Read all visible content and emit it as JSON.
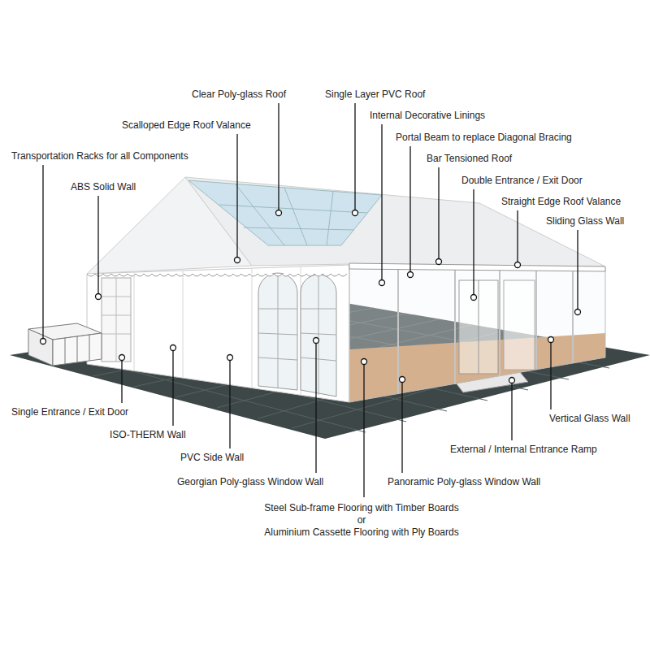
{
  "diagram": {
    "labels": [
      "Clear Poly-glass Roof",
      "Single Layer PVC Roof",
      "Internal Decorative Linings",
      "Scalloped Edge Roof Valance",
      "Portal Beam to replace Diagonal Bracing",
      "Transportation Racks for all Components",
      "Bar Tensioned Roof",
      "Double Entrance / Exit Door",
      "ABS Solid Wall",
      "Straight Edge Roof Valance",
      "Sliding Glass Wall",
      "Single Entrance / Exit Door",
      "Vertical Glass Wall",
      "ISO-THERM Wall",
      "External / Internal Entrance Ramp",
      "PVC Side Wall",
      "Georgian Poly-glass Window Wall",
      "Panoramic Poly-glass Window Wall",
      "Steel Sub-frame Flooring with Timber Boards",
      "or",
      "Aluminium Cassette Flooring with Ply Boards"
    ]
  }
}
